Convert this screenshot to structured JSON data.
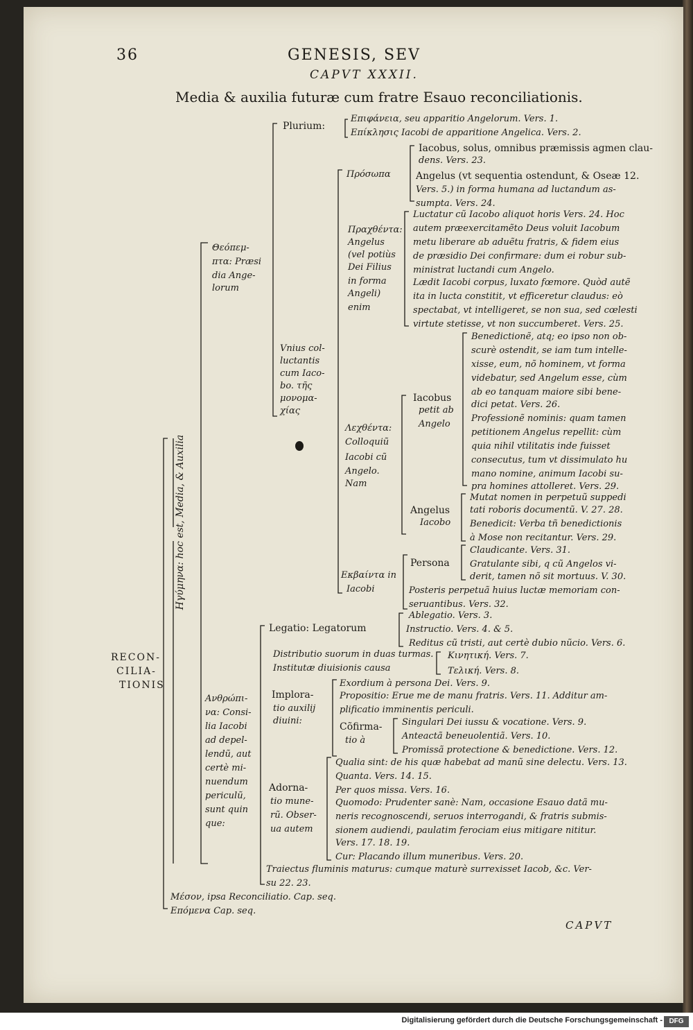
{
  "header": {
    "page_number": "36",
    "running_title": "GENESIS, SEV",
    "chapter": "CAPVT XXXII.",
    "heading": "Media & auxilia futuræ cum fratre Esauo reconciliationis."
  },
  "tree": {
    "root": [
      "RECON-",
      "CILIA-",
      "TIONIS"
    ],
    "hyg": "Ηγύμηνα: hoc est, Media, & Auxilia",
    "theopempta": [
      "Θεόπεμ-",
      "πτα: Præsi",
      "dia Ange-",
      "lorum"
    ],
    "plurium": "Plurium:",
    "plurium_items": [
      "Επιφάνεια, seu apparitio Angelorum. Vers. 1.",
      "Επίκλησις Iacobi de apparitione Angelica. Vers. 2."
    ],
    "unius": [
      "Vnius col-",
      "luctantis",
      "cum Iaco-",
      "bo. τῆς",
      "μονομα-",
      "χίας"
    ],
    "prosopa": "Πρόσωπα",
    "prosopa_items": [
      "Iacobus, solus, omnibus præmissis agmen clau-",
      "dens. Vers. 23.",
      "Angelus (vt sequentia ostendunt, & Oseæ 12.",
      "Vers. 5.) in forma humana ad luctandum as-",
      "sumpta. Vers. 24."
    ],
    "prachthenta": [
      "Πραχθέντα:",
      "Angelus",
      "(vel potiùs",
      "Dei Filius",
      "in forma",
      "Angeli)",
      "enim"
    ],
    "prachthenta_items": [
      "Luctatur cũ Iacobo aliquot horis Vers. 24. Hoc",
      "autem præexercitamẽto Deus voluit Iacobum",
      "metu liberare ab aduẽtu fratris, & fidem eius",
      "de præsidio Dei confirmare: dum ei robur sub-",
      "ministrat luctandi cum Angelo.",
      "Lædit Iacobi corpus, luxato fœmore. Quòd autẽ",
      "ita in lucta constitit, vt efficeretur claudus: eò",
      "spectabat, vt intelligeret, se non sua, sed cœlesti",
      "virtute stetisse, vt non succumberet. Vers. 25."
    ],
    "lechthenta": [
      "Λεχθέντα:",
      "Colloquiũ",
      "Iacobi cũ",
      "Angelo.",
      "Nam"
    ],
    "iacobus_petit": [
      "Iacobus",
      "petit ab",
      "Angelo"
    ],
    "iacobus_items": [
      "Benedictionẽ, atq; eo ipso non ob-",
      "scurè ostendit, se iam tum intelle-",
      "xisse, eum, nõ hominem, vt forma",
      "videbatur, sed Angelum esse, cùm",
      "ab eo tanquam maiore sibi bene-",
      "dici petat. Vers. 26.",
      "Professionẽ nominis: quam tamen",
      "petitionem Angelus repellit: cùm",
      "quia nihil vtilitatis inde fuisset",
      "consecutus, tum vt dissimulato hu",
      "mano nomine, animum Iacobi su-",
      "pra homines attolleret. Vers. 29."
    ],
    "angelus_iacobo": [
      "Angelus",
      "Iacobo"
    ],
    "angelus_items": [
      "Mutat nomen in perpetuũ suppedi",
      "tati roboris documentũ. V. 27. 28.",
      "Benedicit: Verba tñ benedictionis",
      "à Mose non recitantur. Vers. 29."
    ],
    "exbainta": [
      "Εκβαίντα in",
      "Iacobi"
    ],
    "persona": "Persona",
    "persona_items": [
      "Claudicante. Vers. 31.",
      "Gratulante sibi, q cũ Angelos vi-",
      "derit, tamen nõ sit mortuus. V. 30."
    ],
    "posteris": [
      "Posteris perpetuã huius luctæ memoriam con-",
      "seruantibus. Vers. 32."
    ],
    "anthropina": [
      "Ανθρώπι-",
      "να: Consi-",
      "lia Iacobi",
      "ad depel-",
      "lendũ, aut",
      "certè mi-",
      "nuendum",
      "periculũ,",
      "sunt quin",
      "que:"
    ],
    "legatio": "Legatio: Legatorum",
    "legatio_items": [
      "Ablegatio. Vers. 3.",
      "Instructio. Vers. 4. & 5.",
      "Reditus cũ tristi, aut certè dubio nũcio. Vers. 6."
    ],
    "distributio": [
      "Distributio suorum in duas turmas.",
      "Institutæ diuisionis causa"
    ],
    "distributio_items": [
      "Κινητική. Vers. 7.",
      "Τελική. Vers. 8."
    ],
    "imploratio": [
      "Implora-",
      "tio auxilij",
      "diuini:"
    ],
    "imploratio_items": [
      "Exordium à persona Dei. Vers. 9.",
      "Propositio: Erue me de manu fratris. Vers. 11. Additur am-",
      "plificatio imminentis periculi."
    ],
    "confirmatio": [
      "Cõfirma-",
      "tio à"
    ],
    "confirmatio_items": [
      "Singulari Dei iussu & vocatione. Vers. 9.",
      "Anteactã beneuolentiã. Vers. 10.",
      "Promissã protectione & benedictione. Vers. 12."
    ],
    "adornatio": [
      "Adorna-",
      "tio mune-",
      "rũ. Obser-",
      "ua autem"
    ],
    "adornatio_items": [
      "Qualia sint: de his quæ habebat ad manũ sine delectu. Vers. 13.",
      "Quanta. Vers. 14. 15.",
      "Per quos missa. Vers. 16.",
      "Quomodo: Prudenter sanè: Nam, occasione Esauo datã mu-",
      "neris recognoscendi, seruos interrogandi, & fratris submis-",
      "sionem audiendi, paulatim ferociam eius mitigare nititur.",
      "Vers. 17. 18. 19.",
      "Cur: Placando illum muneribus. Vers. 20."
    ],
    "traiectus": [
      "Traiectus fluminis maturus: cumque maturè surrexisset Iacob, &c. Ver-",
      "su 22. 23."
    ],
    "meson": "Μέσον, ipsa Reconciliatio. Cap. seq.",
    "epomena": "Επόμενα Cap. seq."
  },
  "catchword": "CAPVT",
  "footer": {
    "credit": "Digitalisierung gefördert durch die Deutsche Forschungsgemeinschaft -",
    "logo": "DFG"
  }
}
